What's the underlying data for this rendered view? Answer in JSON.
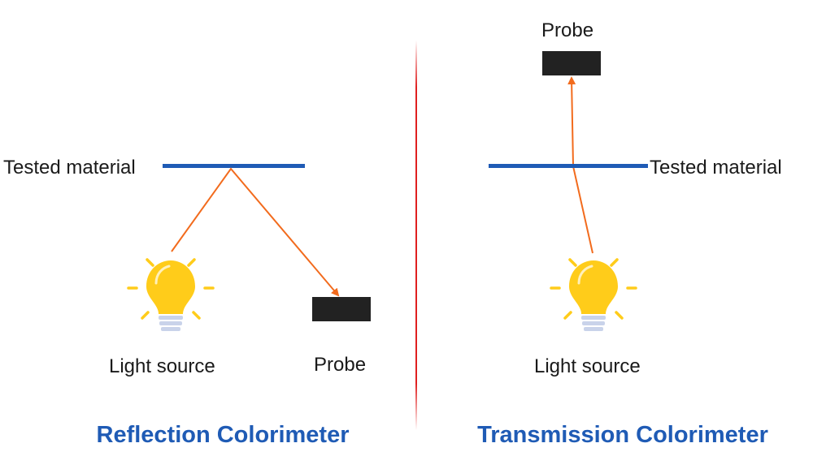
{
  "colors": {
    "material_line": "#1f5bb5",
    "ray": "#f26b1d",
    "divider": "#e02020",
    "probe": "#222222",
    "title": "#1f5bb5",
    "bulb": "#ffcc1a",
    "bulb_base": "#c9d3ea",
    "rays_glow": "#ffcc1a"
  },
  "reflection": {
    "material_label": "Tested material",
    "light_label": "Light source",
    "probe_label": "Probe",
    "title": "Reflection Colorimeter"
  },
  "transmission": {
    "material_label": "Tested material",
    "light_label": "Light source",
    "probe_label": "Probe",
    "title": "Transmission Colorimeter"
  }
}
